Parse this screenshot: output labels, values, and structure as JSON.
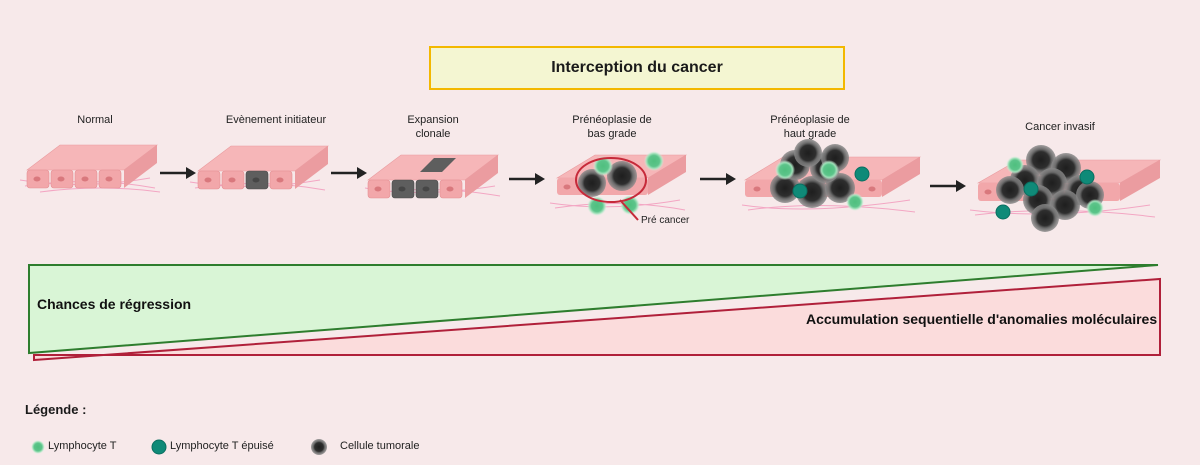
{
  "title": "Interception du cancer",
  "stages": [
    {
      "label": "Normal"
    },
    {
      "label": "Evènement initiateur"
    },
    {
      "label": "Expansion\nclonale"
    },
    {
      "label": "Prénéoplasie de\nbas grade"
    },
    {
      "label": "Prénéoplasie de\nhaut grade"
    },
    {
      "label": "Cancer invasif"
    }
  ],
  "precancer_annotation": "Pré cancer",
  "gradient_bars": {
    "regression": {
      "label": "Chances de régression",
      "color": "#2e7d2e",
      "fill": "#d9f5d6"
    },
    "accumulation": {
      "label": "Accumulation sequentielle d'anomalies moléculaires",
      "color": "#b0203a",
      "fill": "#fbdcdc"
    }
  },
  "legend": {
    "title": "Légende :",
    "items": [
      {
        "label": "Lymphocyte T",
        "icon": "t-lymphocyte-icon",
        "color": "#5cc48a"
      },
      {
        "label": "Lymphocyte T épuisé",
        "icon": "exhausted-t-lymphocyte-icon",
        "color": "#0f8a78"
      },
      {
        "label": "Cellule tumorale",
        "icon": "tumor-cell-icon",
        "color": "#3a3a3a"
      }
    ]
  }
}
